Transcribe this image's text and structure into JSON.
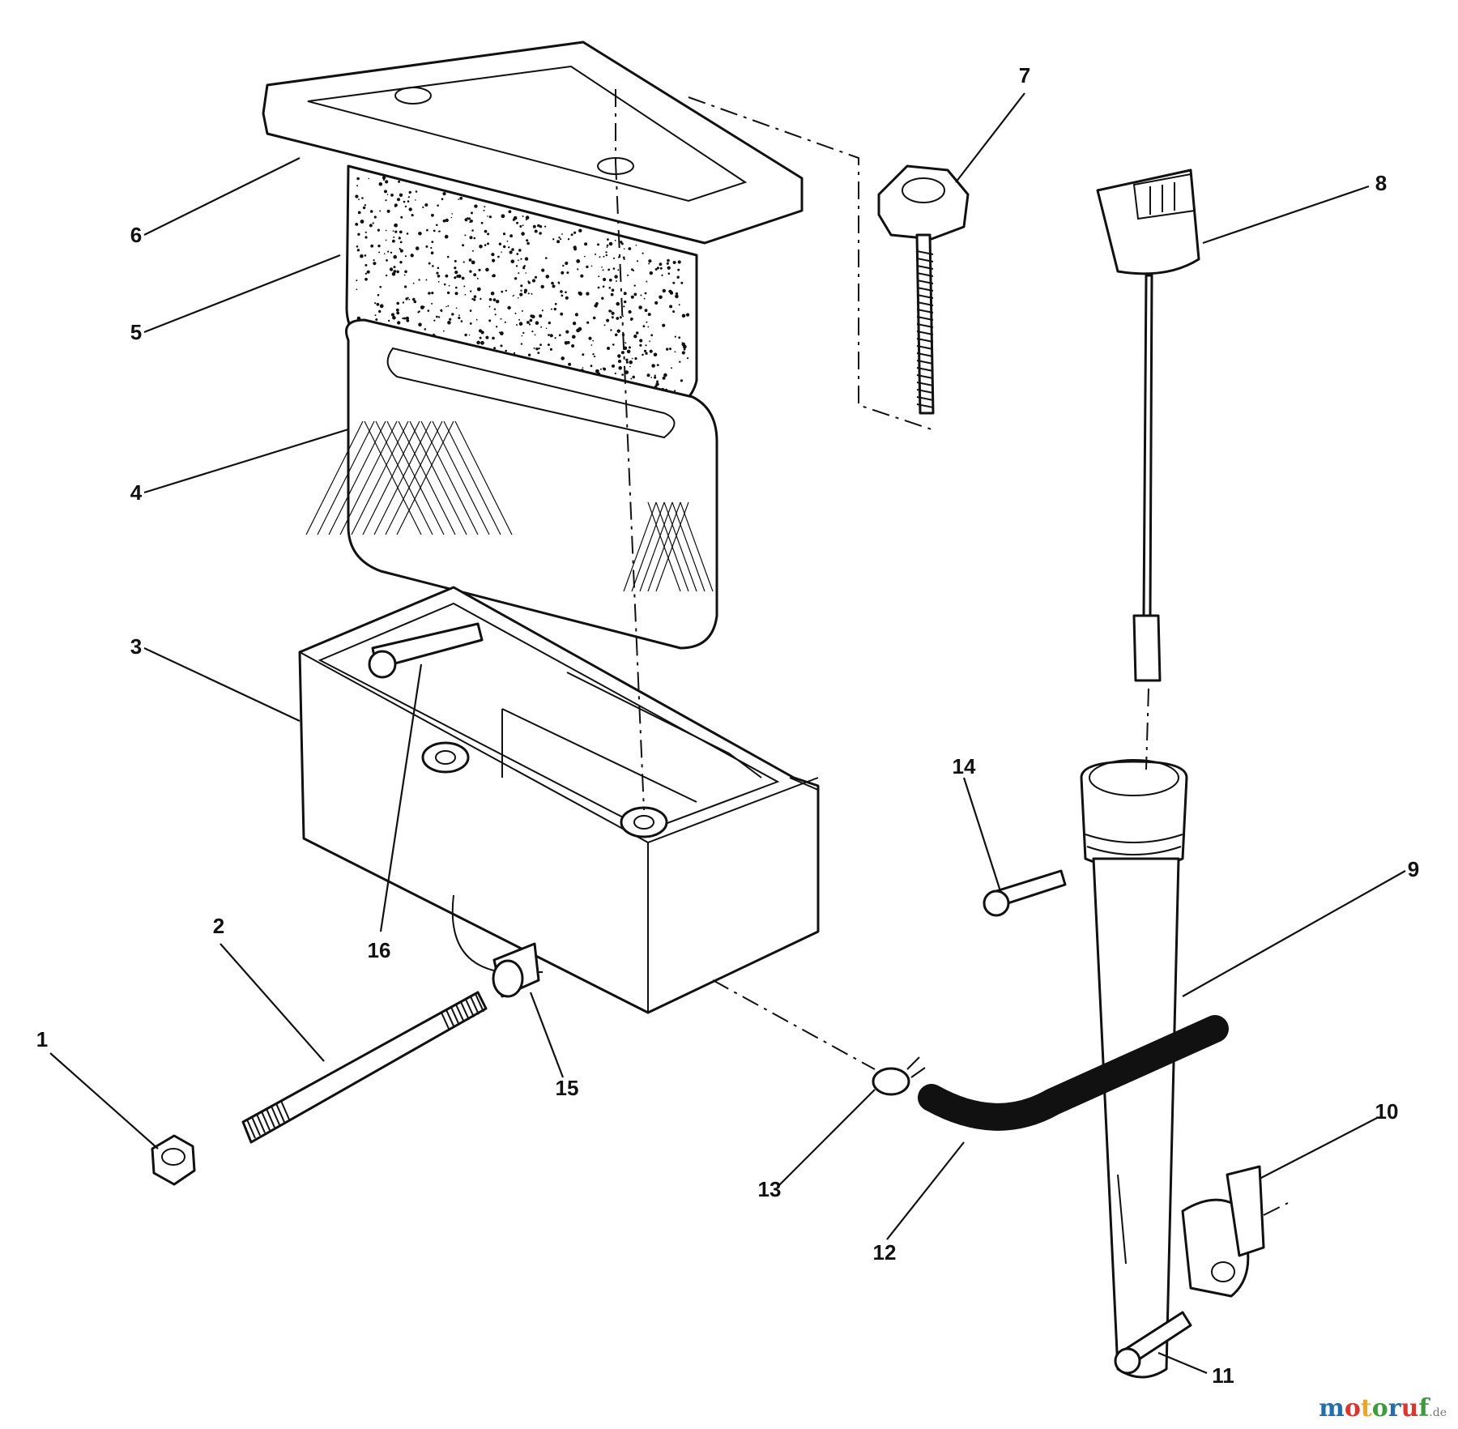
{
  "diagram": {
    "callouts": [
      {
        "id": "1",
        "label": "1"
      },
      {
        "id": "2",
        "label": "2"
      },
      {
        "id": "3",
        "label": "3"
      },
      {
        "id": "4",
        "label": "4"
      },
      {
        "id": "5",
        "label": "5"
      },
      {
        "id": "6",
        "label": "6"
      },
      {
        "id": "7",
        "label": "7"
      },
      {
        "id": "8",
        "label": "8"
      },
      {
        "id": "9",
        "label": "9"
      },
      {
        "id": "10",
        "label": "10"
      },
      {
        "id": "11",
        "label": "11"
      },
      {
        "id": "12",
        "label": "12"
      },
      {
        "id": "13",
        "label": "13"
      },
      {
        "id": "14",
        "label": "14"
      },
      {
        "id": "15",
        "label": "15"
      },
      {
        "id": "16",
        "label": "16"
      }
    ]
  },
  "watermark": {
    "text": "motoruf",
    "domain": ".de",
    "letter_colors": [
      "#1f6fb2",
      "#e4322b",
      "#f2a516",
      "#3a9d3a",
      "#1f6fb2",
      "#e4322b",
      "#3a9d3a"
    ]
  }
}
